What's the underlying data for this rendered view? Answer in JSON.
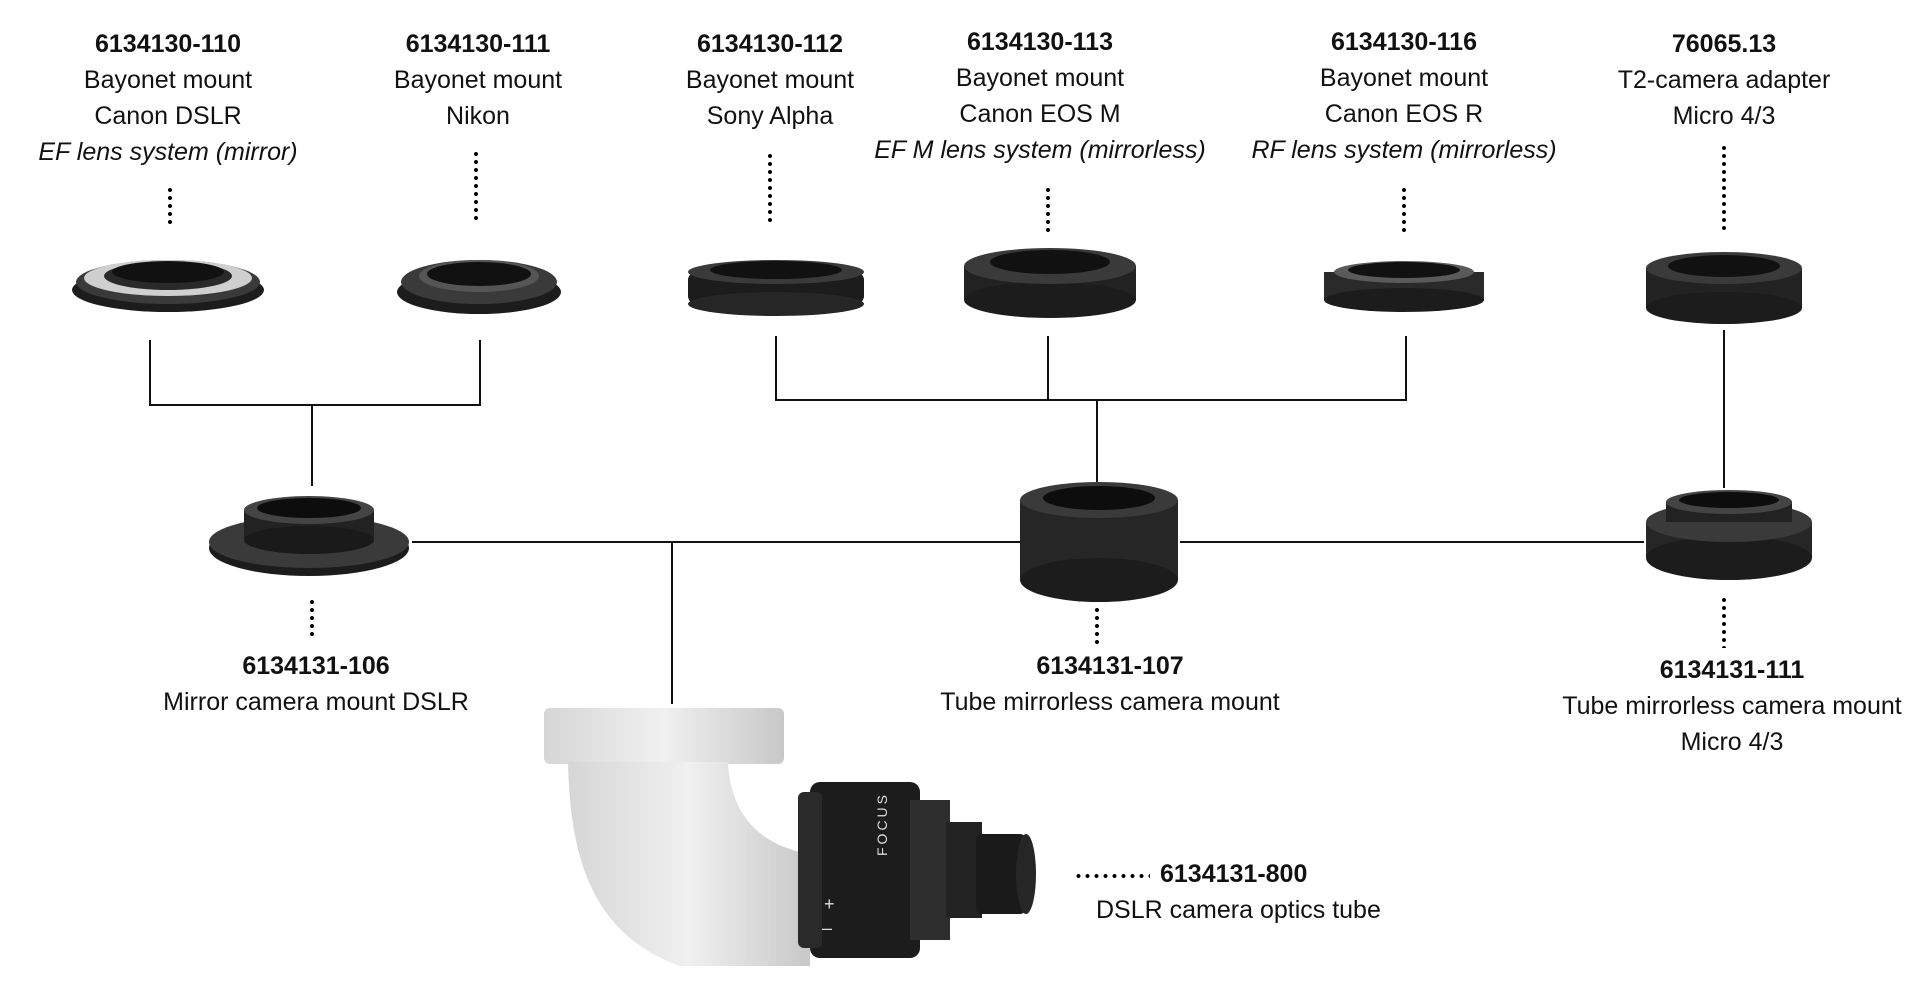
{
  "top_mounts": [
    {
      "code": "6134130-110",
      "line1": "Bayonet mount",
      "line2": "Canon DSLR",
      "note": "EF lens system (mirror)"
    },
    {
      "code": "6134130-111",
      "line1": "Bayonet mount",
      "line2": "Nikon",
      "note": ""
    },
    {
      "code": "6134130-112",
      "line1": "Bayonet mount",
      "line2": "Sony Alpha",
      "note": ""
    },
    {
      "code": "6134130-113",
      "line1": "Bayonet mount",
      "line2": "Canon EOS M",
      "note": "EF M lens system (mirrorless)"
    },
    {
      "code": "6134130-116",
      "line1": "Bayonet mount",
      "line2": "Canon EOS R",
      "note": "RF lens system (mirrorless)"
    },
    {
      "code": "76065.13",
      "line1": "T2-camera adapter",
      "line2": "Micro 4/3",
      "note": ""
    }
  ],
  "camera_mounts": [
    {
      "code": "6134131-106",
      "line1": "Mirror camera mount DSLR",
      "line2": ""
    },
    {
      "code": "6134131-107",
      "line1": "Tube mirrorless camera mount",
      "line2": ""
    },
    {
      "code": "6134131-111",
      "line1": "Tube mirrorless camera mount",
      "line2": "Micro 4/3"
    }
  ],
  "optics_tube": {
    "code": "6134131-800",
    "line1": "DSLR camera optics tube",
    "focus_label": "FOCUS",
    "focus_minus": "–",
    "focus_plus": "+"
  },
  "colors": {
    "line": "#111111",
    "ring_dark": "#1c1c1c",
    "ring_mid": "#3a3a3a",
    "ring_light": "#8a8a8a",
    "tube_white": "#e6e6e6"
  }
}
